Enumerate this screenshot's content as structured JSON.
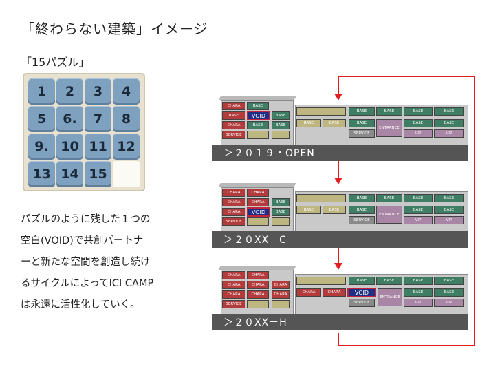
{
  "title": "「終わらない建築」イメージ",
  "puzzle": {
    "caption": "「15パズル」",
    "tiles": [
      "1",
      "2",
      "3",
      "4",
      "5",
      "6.",
      "7",
      "8",
      "9.",
      "10",
      "11",
      "12",
      "13",
      "14",
      "15"
    ]
  },
  "description": [
    "パズルのように残した１つの",
    "空白(VOID)で共創パートナ",
    "ーと新たな空間を創造し続け",
    "るサイクルによってICI CAMP",
    "は永遠に活性化していく。"
  ],
  "sections": [
    {
      "label": "＞２０１９・OPEN",
      "void": "VOID"
    },
    {
      "label": "＞２０XX－C",
      "void": "VOID"
    },
    {
      "label": "＞２０XX－H",
      "void": "VOID"
    }
  ],
  "room_labels": {
    "chara": "CHARA",
    "base": "BASE",
    "service": "SERVICE",
    "entrance": "ENTRANCE",
    "vip": "VIP"
  },
  "colors": {
    "arrow": "#e02020",
    "void": "#1f2f86",
    "chara": "#b33b3b",
    "base": "#3f7e64"
  }
}
